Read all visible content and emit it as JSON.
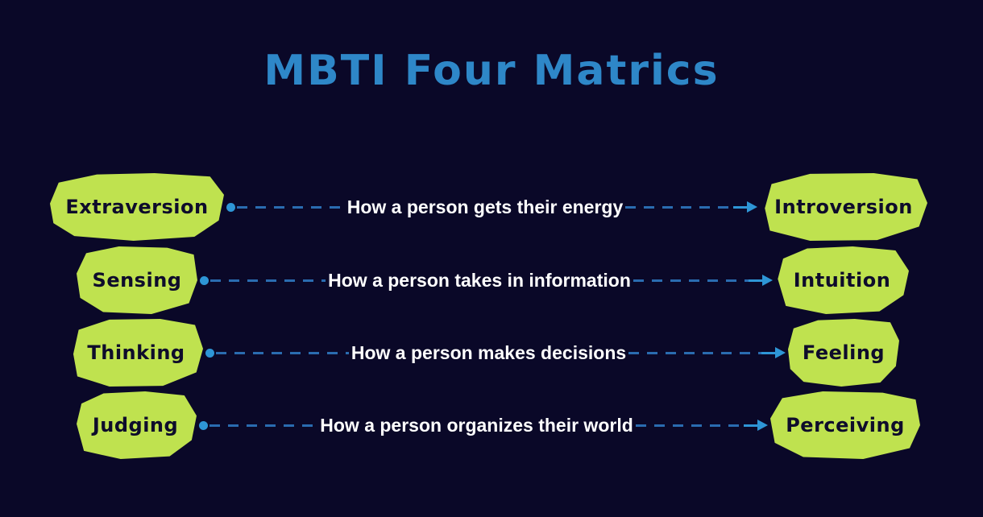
{
  "title": "MBTI Four Matrics",
  "colors": {
    "background": "#0a0828",
    "badge_green": "#bfe24f",
    "title_blue": "#2e87c8",
    "dash_blue": "#2a6cb0",
    "accent_blue": "#2e96d6",
    "center_text": "#ffffff",
    "badge_text": "#0e0c2b"
  },
  "rows": [
    {
      "left": "Extraversion",
      "center": "How a person gets their energy",
      "right": "Introversion"
    },
    {
      "left": "Sensing",
      "center": "How a person takes in information",
      "right": "Intuition"
    },
    {
      "left": "Thinking",
      "center": "How a person makes decisions",
      "right": "Feeling"
    },
    {
      "left": "Judging",
      "center": "How a person organizes their world",
      "right": "Perceiving"
    }
  ]
}
